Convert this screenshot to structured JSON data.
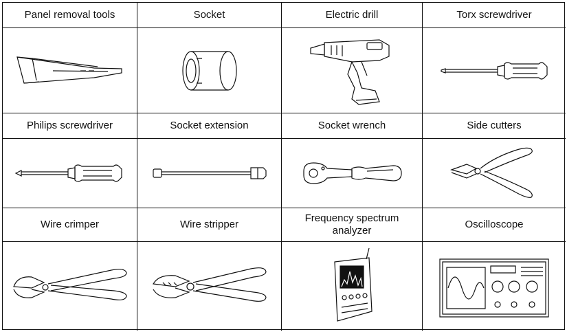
{
  "tools": [
    {
      "label": "Panel removal tools",
      "icon": "panel-removal-tool-icon"
    },
    {
      "label": "Socket",
      "icon": "socket-icon"
    },
    {
      "label": "Electric drill",
      "icon": "electric-drill-icon"
    },
    {
      "label": "Torx screwdriver",
      "icon": "torx-screwdriver-icon"
    },
    {
      "label": "Philips screwdriver",
      "icon": "philips-screwdriver-icon"
    },
    {
      "label": "Socket extension",
      "icon": "socket-extension-icon"
    },
    {
      "label": "Socket wrench",
      "icon": "socket-wrench-icon"
    },
    {
      "label": "Side cutters",
      "icon": "side-cutters-icon"
    },
    {
      "label": "Wire crimper",
      "icon": "wire-crimper-icon"
    },
    {
      "label": "Wire stripper",
      "icon": "wire-stripper-icon"
    },
    {
      "label": "Frequency spectrum analyzer",
      "icon": "spectrum-analyzer-icon"
    },
    {
      "label": "Oscilloscope",
      "icon": "oscilloscope-icon"
    }
  ]
}
